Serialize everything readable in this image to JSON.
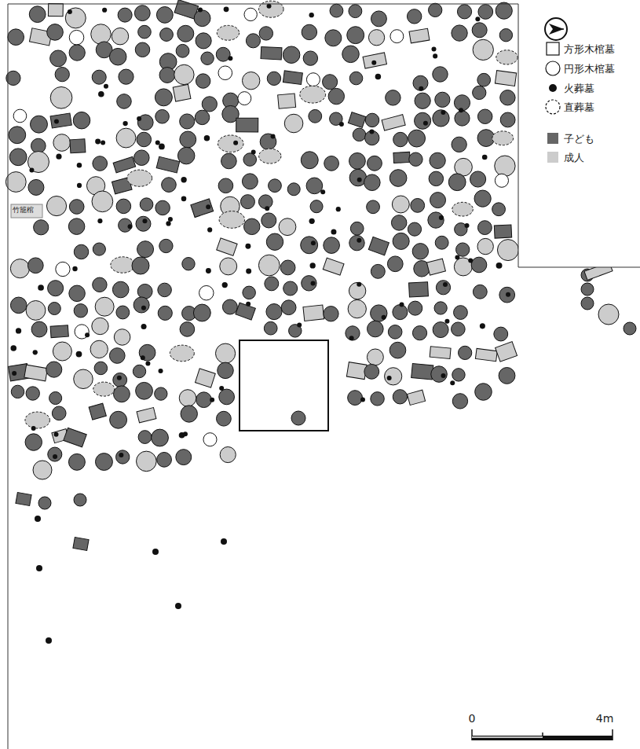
{
  "diagram": {
    "labels": [
      "竹籠棺",
      "0",
      "4m"
    ],
    "legend": [
      {
        "text": "方形木棺墓"
      },
      {
        "text": "円形木棺墓"
      },
      {
        "text": "火葬墓"
      },
      {
        "text": "直葬墓"
      },
      {
        "text": "子ども",
        "color": "#666666"
      },
      {
        "text": "成人",
        "color": "#cccccc"
      }
    ]
  }
}
